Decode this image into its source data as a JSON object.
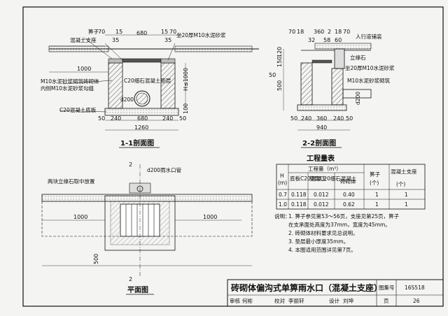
{
  "section_1": {
    "title": "1-1剖面图",
    "labels": {
      "grate": "箅子",
      "concrete_seat": "混凝土支座",
      "mortar_top": "坐20厚M10水泥砂浆",
      "brick_wall": "M10水泥砂浆砌筑砖砌体",
      "inner_plaster": "内侧M10水泥砂浆勾缝",
      "base_slab": "C20混凝土底板",
      "fill_note": "C20细石混凝土垫层",
      "pipe_label": "d200"
    },
    "dims_top": [
      "70",
      "15",
      "15",
      "70",
      "35",
      "680",
      "35"
    ],
    "dims_bottom": [
      "50",
      "240",
      "680",
      "240",
      "50"
    ],
    "total_width": "1260",
    "left_len": "1000",
    "height_label": "H≤1000",
    "base_h": "100"
  },
  "section_2": {
    "title": "2-2剖面图",
    "labels": {
      "pavement": "人行道铺装",
      "curb": "立缘石",
      "mortar_top": "坐20厚M10水泥砂浆",
      "brick_wall": "M10水泥砂浆砌筑",
      "pipe_label": "d200"
    },
    "dims_top": [
      "70",
      "18",
      "360",
      "2",
      "18",
      "70",
      "32",
      "58",
      "60"
    ],
    "dims_left": [
      "120",
      "150",
      "50",
      "500"
    ],
    "dims_bottom": [
      "50",
      "240",
      "360",
      "240",
      "50"
    ],
    "total_width": "940"
  },
  "plan": {
    "title": "平面图",
    "labels": {
      "curb_remove": "两块立缘石取中放置",
      "pipe": "d200雨水口管"
    },
    "left_len": "1000",
    "right_len": "1000",
    "offset": "500",
    "section_marks": [
      "2",
      "2"
    ]
  },
  "quantities": {
    "title": "工程量表",
    "headers": {
      "h": "H",
      "h_unit": "(m)",
      "group": "工程量（m³）",
      "base": "底板C20混凝土",
      "pad": "垫层C20细石混凝土",
      "brick": "砖砌体",
      "grate": "箅子",
      "grate_unit": "(个)",
      "seat": "混凝土支座",
      "seat_unit": "(个)"
    },
    "rows": [
      {
        "h": "0.7",
        "base": "0.118",
        "pad": "0.012",
        "brick": "0.40",
        "grate": "1",
        "seat": "1"
      },
      {
        "h": "1.0",
        "base": "0.118",
        "pad": "0.012",
        "brick": "0.62",
        "grate": "1",
        "seat": "1"
      }
    ]
  },
  "notes": {
    "heading": "说明：",
    "items": [
      "1. 箅子参见第53～56页，支座见第25页，箅子",
      "   在支承面处高度为37mm，宽度为45mm。",
      "2. 砖砌体材料要求见总说明。",
      "3. 垫层最小厚度35mm。",
      "4. 本图适用范围详见第7页。"
    ]
  },
  "title_block": {
    "drawing_title": "砖砌体偏沟式单箅雨水口（混凝土支座）",
    "atlas_label": "图集号",
    "atlas_no": "16S518",
    "review": "审核",
    "reviewer": "何彬",
    "proof": "校对",
    "proofer": "李丽轩",
    "design": "设计",
    "designer": "刘坤",
    "page_label": "页",
    "page_no": "26"
  },
  "colors": {
    "ink": "#111111",
    "paper": "#f4f4f2",
    "hatch": "#333333",
    "fill_gray": "#d8d8d8"
  }
}
